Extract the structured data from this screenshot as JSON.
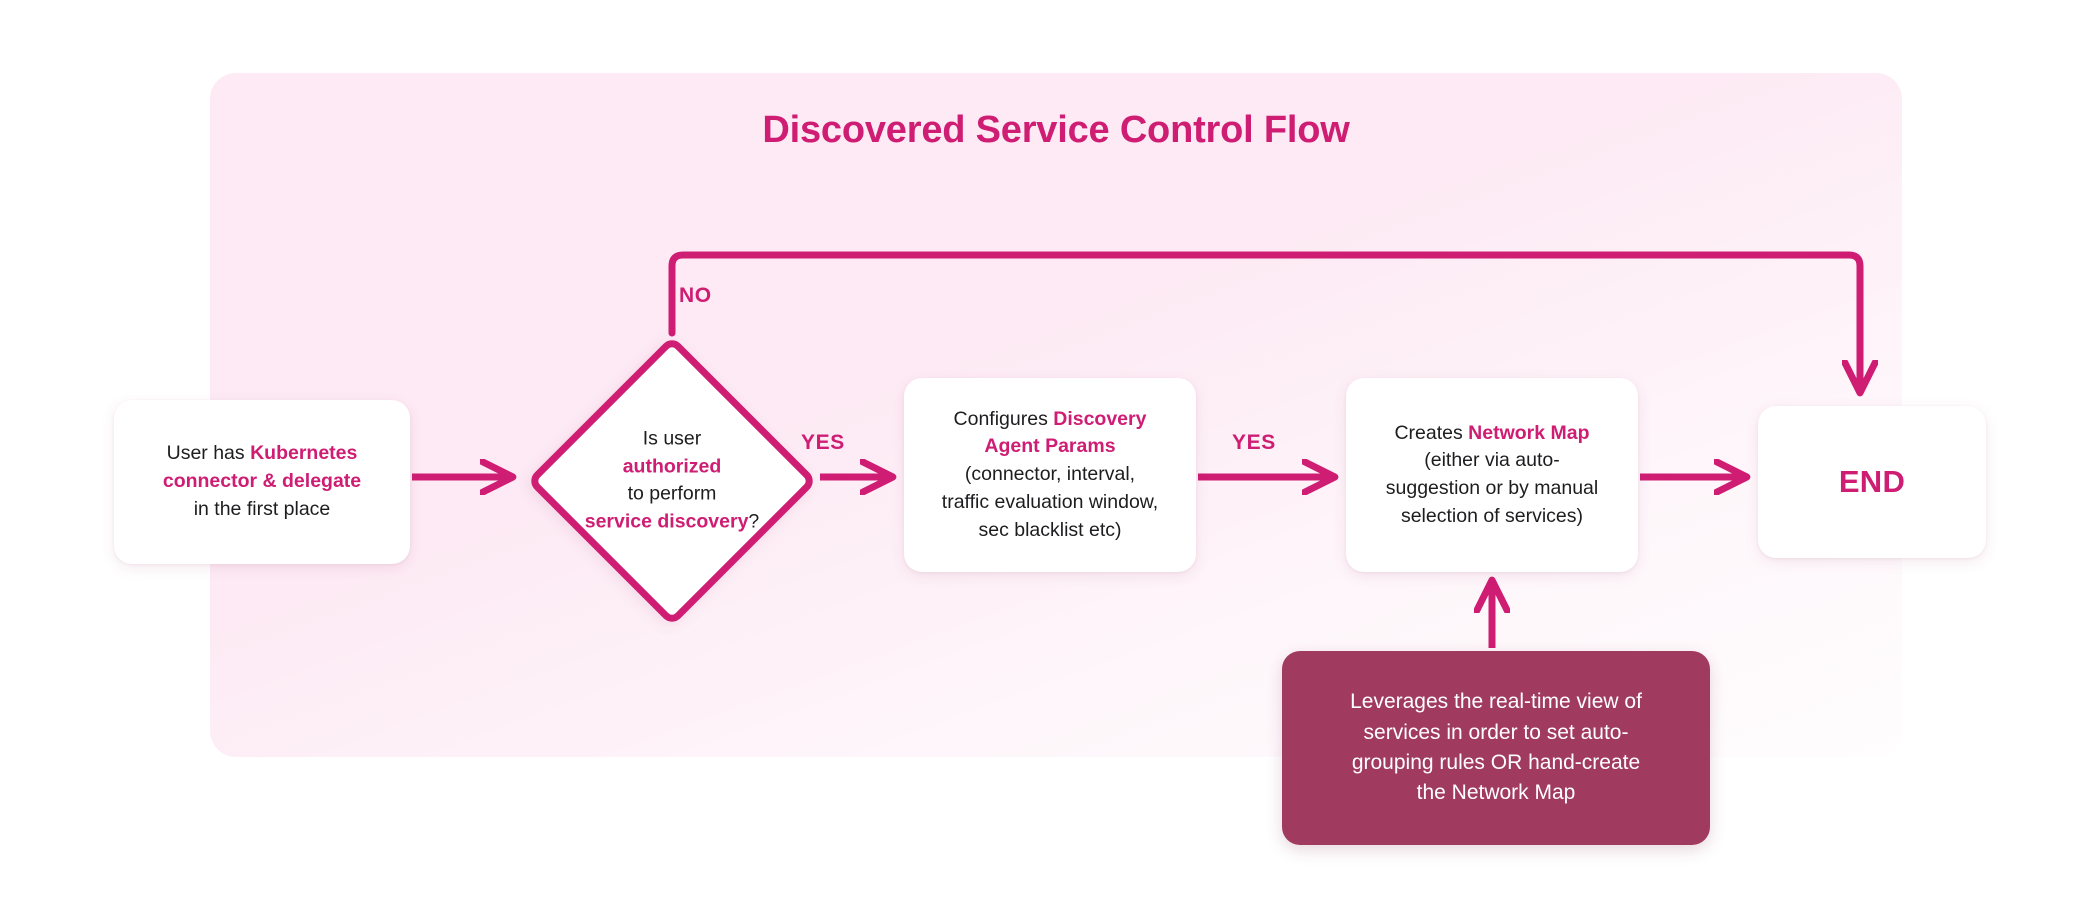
{
  "diagram": {
    "title": "Discovered Service Control Flow",
    "accent_color": "#CE1D73",
    "background_color": "#FDEAF4",
    "note_color": "#A03A5E",
    "node_fill": "#FFFFFF",
    "text_color": "#1D1D1F"
  },
  "nodes": {
    "start": {
      "id": "start",
      "shape": "rounded-rect",
      "lines": [
        {
          "parts": [
            {
              "text": "User has ",
              "emphasis": false
            },
            {
              "text": "Kubernetes",
              "emphasis": true
            }
          ]
        },
        {
          "parts": [
            {
              "text": "connector & delegate",
              "emphasis": true
            }
          ]
        },
        {
          "parts": [
            {
              "text": "in the first place",
              "emphasis": false
            }
          ]
        }
      ],
      "plain_text": "User has Kubernetes connector & delegate in the first place"
    },
    "decision": {
      "id": "decision",
      "shape": "diamond",
      "lines": [
        {
          "parts": [
            {
              "text": "Is user",
              "emphasis": false
            }
          ]
        },
        {
          "parts": [
            {
              "text": "authorized",
              "emphasis": true
            }
          ]
        },
        {
          "parts": [
            {
              "text": "to perform",
              "emphasis": false
            }
          ]
        },
        {
          "parts": [
            {
              "text": "service discovery",
              "emphasis": true
            },
            {
              "text": "?",
              "emphasis": false
            }
          ]
        }
      ],
      "plain_text": "Is user authorized to perform service discovery?"
    },
    "params": {
      "id": "params",
      "shape": "rounded-rect",
      "lines": [
        {
          "parts": [
            {
              "text": "Configures ",
              "emphasis": false
            },
            {
              "text": "Discovery",
              "emphasis": true
            }
          ]
        },
        {
          "parts": [
            {
              "text": "Agent Params",
              "emphasis": true
            }
          ]
        },
        {
          "parts": [
            {
              "text": "(connector, interval,",
              "emphasis": false
            }
          ]
        },
        {
          "parts": [
            {
              "text": "traffic evaluation window,",
              "emphasis": false
            }
          ]
        },
        {
          "parts": [
            {
              "text": "sec blacklist etc)",
              "emphasis": false
            }
          ]
        }
      ],
      "plain_text": "Configures Discovery Agent Params (connector, interval, traffic evaluation window, sec blacklist etc)"
    },
    "netmap": {
      "id": "netmap",
      "shape": "rounded-rect",
      "lines": [
        {
          "parts": [
            {
              "text": "Creates ",
              "emphasis": false
            },
            {
              "text": "Network Map",
              "emphasis": true
            }
          ]
        },
        {
          "parts": [
            {
              "text": "(either via auto-",
              "emphasis": false
            }
          ]
        },
        {
          "parts": [
            {
              "text": "suggestion or by manual",
              "emphasis": false
            }
          ]
        },
        {
          "parts": [
            {
              "text": "selection of services)",
              "emphasis": false
            }
          ]
        }
      ],
      "plain_text": "Creates Network Map (either via auto-suggestion or by manual selection of services)"
    },
    "end": {
      "id": "end",
      "shape": "rounded-rect",
      "label": "END"
    },
    "note": {
      "id": "note",
      "shape": "rounded-rect-filled",
      "lines": [
        "Leverages the real-time view of",
        "services in order to set auto-",
        "grouping rules OR hand-create",
        "the Network Map"
      ],
      "plain_text": "Leverages the real-time view of services in order to set auto-grouping rules OR hand-create the Network Map"
    }
  },
  "edges": [
    {
      "id": "start-to-decision",
      "from": "start",
      "to": "decision",
      "label": ""
    },
    {
      "id": "decision-no-to-end",
      "from": "decision",
      "to": "end",
      "label": "NO"
    },
    {
      "id": "decision-yes-to-params",
      "from": "decision",
      "to": "params",
      "label": "YES"
    },
    {
      "id": "params-to-netmap",
      "from": "params",
      "to": "netmap",
      "label": "YES"
    },
    {
      "id": "netmap-to-end",
      "from": "netmap",
      "to": "end",
      "label": ""
    },
    {
      "id": "note-to-netmap",
      "from": "note",
      "to": "netmap",
      "label": ""
    }
  ],
  "labels": {
    "no": "NO",
    "yes_1": "YES",
    "yes_2": "YES"
  }
}
